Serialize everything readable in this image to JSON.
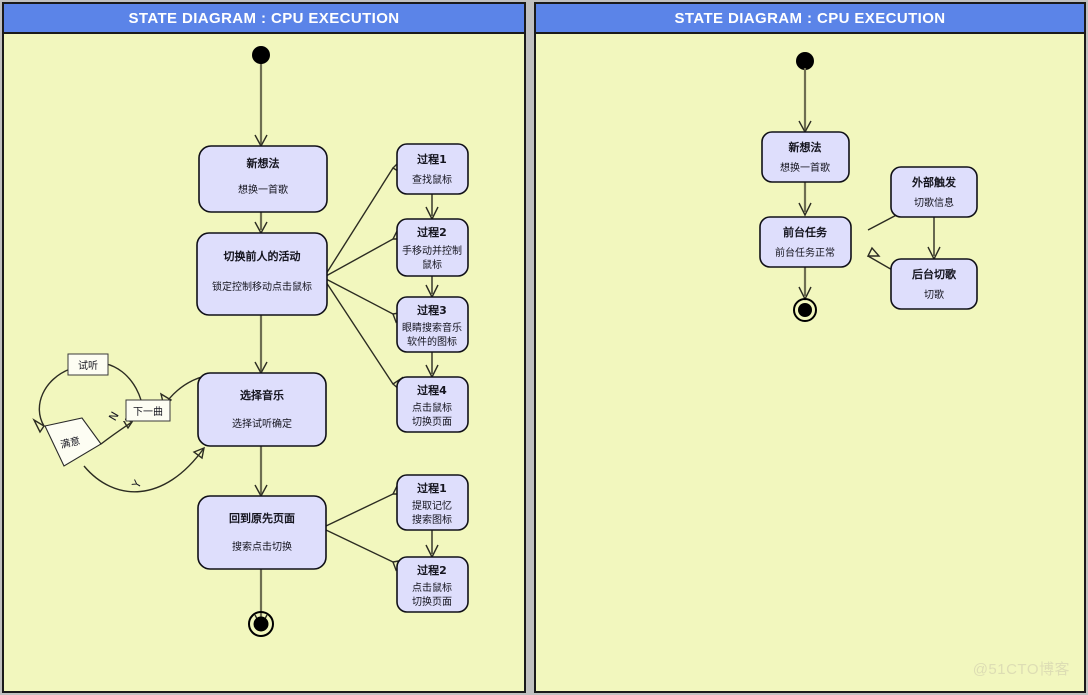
{
  "panels": [
    {
      "id": "left",
      "title": "STATE DIAGRAM : CPU EXECUTION",
      "states": [
        {
          "id": "s1",
          "title": "新想法",
          "body": [
            "想换一首歌"
          ]
        },
        {
          "id": "s2",
          "title": "切换前人的活动",
          "body": [
            "锁定控制移动点击鼠标"
          ]
        },
        {
          "id": "s3",
          "title": "选择音乐",
          "body": [
            "选择试听确定"
          ]
        },
        {
          "id": "s4",
          "title": "回到原先页面",
          "body": [
            "搜索点击切换"
          ]
        },
        {
          "id": "p1",
          "title": "过程1",
          "body": [
            "查找鼠标"
          ]
        },
        {
          "id": "p2",
          "title": "过程2",
          "body": [
            "手移动并控制",
            "鼠标"
          ]
        },
        {
          "id": "p3",
          "title": "过程3",
          "body": [
            "眼睛搜索音乐",
            "软件的图标"
          ]
        },
        {
          "id": "p4",
          "title": "过程4",
          "body": [
            "点击鼠标",
            "切换页面"
          ]
        },
        {
          "id": "q1",
          "title": "过程1",
          "body": [
            "提取记忆",
            "搜索图标"
          ]
        },
        {
          "id": "q2",
          "title": "过程2",
          "body": [
            "点击鼠标",
            "切换页面"
          ]
        }
      ],
      "labels": [
        {
          "id": "l1",
          "text": "试听"
        },
        {
          "id": "l2",
          "text": "下一曲"
        },
        {
          "id": "l3",
          "text": "满意"
        },
        {
          "id": "l4",
          "text": "N"
        },
        {
          "id": "l5",
          "text": "Y"
        }
      ]
    },
    {
      "id": "right",
      "title": "STATE DIAGRAM : CPU EXECUTION",
      "states": [
        {
          "id": "r1",
          "title": "新想法",
          "body": [
            "想换一首歌"
          ]
        },
        {
          "id": "r2",
          "title": "前台任务",
          "body": [
            "前台任务正常"
          ]
        },
        {
          "id": "r3",
          "title": "外部触发",
          "body": [
            "切歌信息"
          ]
        },
        {
          "id": "r4",
          "title": "后台切歌",
          "body": [
            "切歌"
          ]
        }
      ],
      "labels": []
    }
  ],
  "watermark": "@51CTO博客",
  "colors": {
    "title_bar": "#5B84E8",
    "panel_background": "#F2F7BE",
    "state_fill": "#DEDEFC",
    "border": "#101018",
    "watermark": "#DDDDB4"
  }
}
